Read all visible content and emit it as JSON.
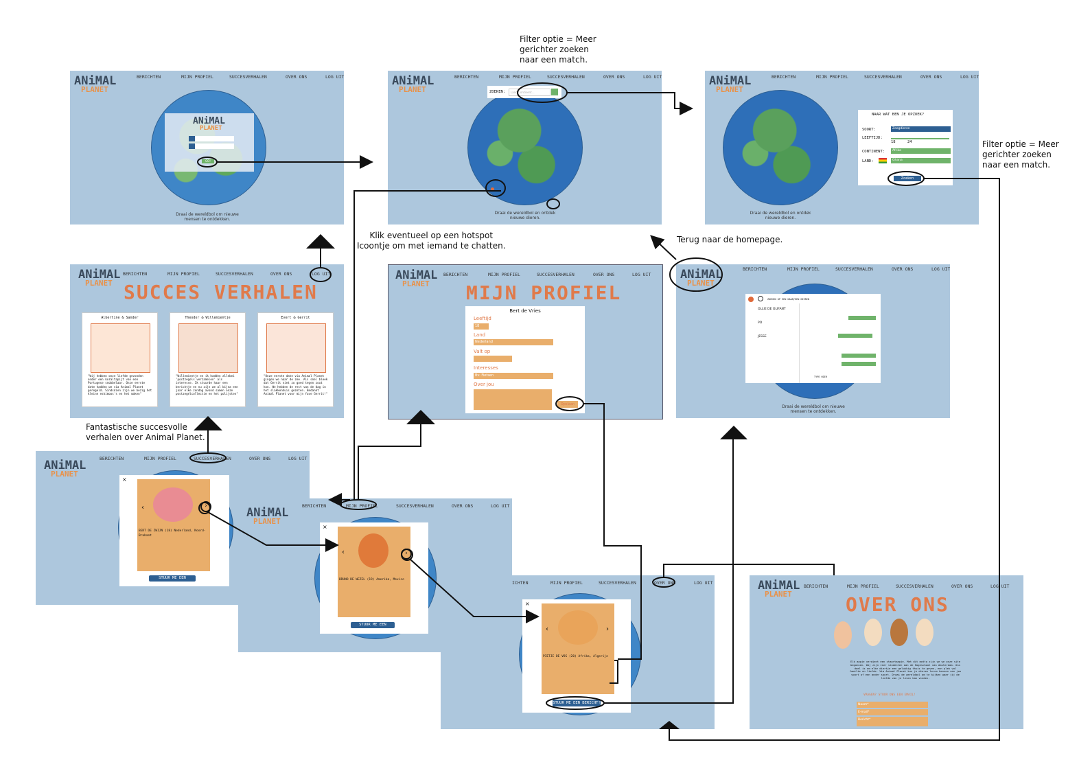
{
  "nav": {
    "berichten": "BERICHTEN",
    "mijn_profiel": "MIJN PROFIEL",
    "succesverhalen": "SUCCESVERHALEN",
    "over_ons": "OVER ONS",
    "log_uit": "LOG UIT",
    "ichten": "ICHTEN"
  },
  "logo": {
    "line1": "ANiMAL",
    "line2": "PLANET"
  },
  "globe_caption": {
    "line1": "Draai de wereldbol om nieuwe",
    "line2": "mensen te ontdekken."
  },
  "globe_caption_animals": {
    "line1": "Draai de wereldbol en ontdek",
    "line2": "nieuwe dieren."
  },
  "notes": {
    "filter_top": [
      "Filter optie = Meer",
      "gerichter zoeken",
      "naar een match."
    ],
    "filter_right": [
      "Filter optie = Meer",
      "gerichter zoeken",
      "naar een match."
    ],
    "hotspot": [
      "Klik eventueel op een hotspot",
      "Icoontje om met iemand te chatten."
    ],
    "terug": "Terug naar de homepage.",
    "succes": [
      "Fantastische succesvolle",
      "verhalen over Animal Planet."
    ]
  },
  "login": {
    "logo1": "ANiMAL",
    "logo2": "PLANET",
    "button": "GO!"
  },
  "zoeken": {
    "label": "ZOEKEN:",
    "placeholder": "Land/Continent..."
  },
  "filter": {
    "title": "NAAR WAT BEN JE OPZOEK?",
    "soort_label": "SOORT:",
    "soort_value": "Zoogdieren",
    "leeftijd_label": "LEEFTIJD:",
    "leeftijd_min": "18",
    "leeftijd_max": "24",
    "continent_label": "CONTINENT:",
    "continent_value": "Afrika",
    "land_label": "LAND:",
    "land_value": "Ghana",
    "button": "Zoeken"
  },
  "succes": {
    "title": "SUCCES VERHALEN",
    "stories": [
      {
        "names": "Albertine & Sander",
        "text": "\"Wij hebben onze liefde gevonden onder een koraltapijt van een Portugese snobbelaar. Onze eerste date hadden we via Animal Planet geregeld. Sindsdien zijn we bezig het kleine eskimoos's en het maken\""
      },
      {
        "names": "Theodor & Willemientje",
        "text": "\"Willemientje en ik hadden allebei 'postzegels verzamelen' als interesse. Ik stuurde haar een berichtje en nu zijn we al bijna een jaar elke zondag avond samen onze postzegelcollectie en het polijsten\""
      },
      {
        "names": "Evert & Gerrit",
        "text": "\"Onze eerste date via Animal Planet gingen we naar de zee. Als snel bleek dat Gerrit niet zo goed tegen zout kon. We hebben de rest van de dag in het slakkenhuis gezeten. Bedankt Animal Planet voor mijn fave Gerrit!\""
      }
    ]
  },
  "profiel": {
    "title": "MIJN PROFIEL",
    "name": "Bert de Vries",
    "leeftijd_label": "Leeftijd",
    "leeftijd_value": "18",
    "land_label": "Land",
    "land_value": "Nederland",
    "valt_op_label": "Valt op",
    "interesses_label": "Interesses",
    "interesses_value": "Bv: Fietsen",
    "over_jou_label": "Over jou",
    "button": "Opslaan"
  },
  "chat": {
    "header": "ZOEKEN OP EEN NAAM/EEN DIEREN",
    "contacts": [
      "OLLIE DE OLIFANT",
      "PO",
      "JESSE"
    ],
    "input_placeholder": "TYPE HIER"
  },
  "profiles": [
    {
      "name": "BERT DE ZWIJN (18)",
      "location": "Nederland, Noord-Brabant",
      "button": "STUUR ME EEN BERICHT!"
    },
    {
      "name": "BRUNO DE WEZEL (19)",
      "location": "Amerika, Mexico",
      "button": "STUUR ME EEN BERICHT!"
    },
    {
      "name": "PIETJE DE VOS (20)",
      "location": "Afrika, Algerije",
      "button": "STUUR ME EEN BERICHT!"
    }
  ],
  "over_ons": {
    "title": "OVER ONS",
    "paragraph": "Elk aapje verdient een staartaapje. Met dit motto zijn we we onze site begonnen. Wij zijn vier studenten aan de Hogeschool van Amsterdam. Ons doel is om elke diertje een gelukkig thuis te geven, een plek vol familie en liefde. Via Animal Planet kun je dieren leren kennen van jou soort of een ander soort. Draai de wereldbol om te kijken waar jij de liefde van je leven kan vinden.",
    "form_title": "VRAGEN? STUUR ONS EEN EMAIL!",
    "naam": "Naam*",
    "email": "E-mail*",
    "bericht": "Bericht*"
  },
  "colors": {
    "screen_bg": "#adc7dd",
    "accent": "#e07a4a",
    "orange": "#e9ae6b",
    "navy": "#2d5f92"
  }
}
